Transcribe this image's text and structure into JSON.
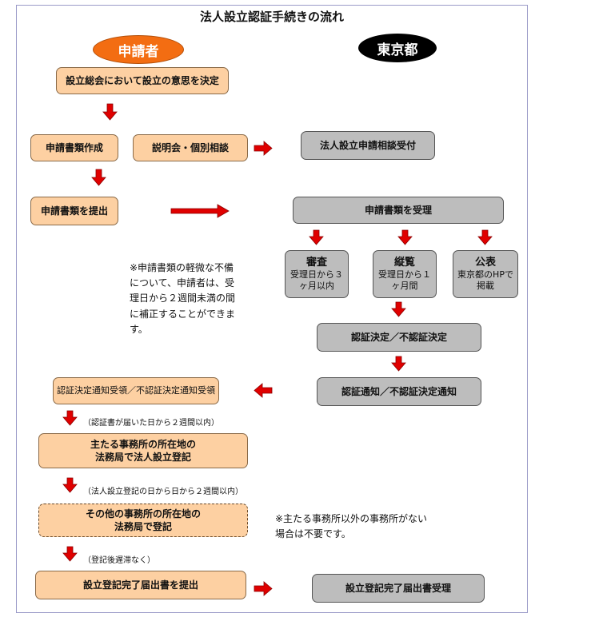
{
  "title": "法人設立認証手続きの流れ",
  "actors": {
    "applicant": "申請者",
    "tokyo": "東京都"
  },
  "boxes": {
    "decide": "設立総会において設立の意思を決定",
    "prepare": "申請書類作成",
    "briefing": "説明会・個別相談",
    "consult": "法人設立申請相談受付",
    "submit": "申請書類を提出",
    "receive": "申請書類を受理",
    "review_title": "審査",
    "review_sub": "受理日から３ヶ月以内",
    "inspect_title": "縦覧",
    "inspect_sub": "受理日から１ヶ月間",
    "publish_title": "公表",
    "publish_sub": "東京都のHPで掲載",
    "decision": "認証決定／不認証決定",
    "notify": "認証通知／不認証決定通知",
    "notice_receipt": "認証決定通知受領／不認証決定通知受領",
    "main_reg_line1": "主たる事務所の所在地の",
    "main_reg_line2": "法務局で法人設立登記",
    "other_reg_line1": "その他の事務所の所在地の",
    "other_reg_line2": "法務局で登記",
    "complete_submit": "設立登記完了届出書を提出",
    "complete_receive": "設立登記完了届出書受理"
  },
  "captions": {
    "c1": "（認証書が届いた日から２週間以内）",
    "c2": "（法人設立登記の日から日から２週間以内）",
    "c3": "（登記後遅滞なく）"
  },
  "notes": {
    "correction": [
      "※申請書類の軽微な不備",
      "について、申請者は、受",
      "理日から２週間未満の間",
      "に補正することができま",
      "す。"
    ],
    "optional": [
      "※主たる事務所以外の事務所がない",
      "場合は不要です。"
    ]
  },
  "colors": {
    "arrow": "#e00000",
    "applicant_oval": "#f36d12",
    "tokyo_oval": "#000000",
    "applicant_box": "#fdd0a2",
    "tokyo_box": "#bdbdbd"
  }
}
